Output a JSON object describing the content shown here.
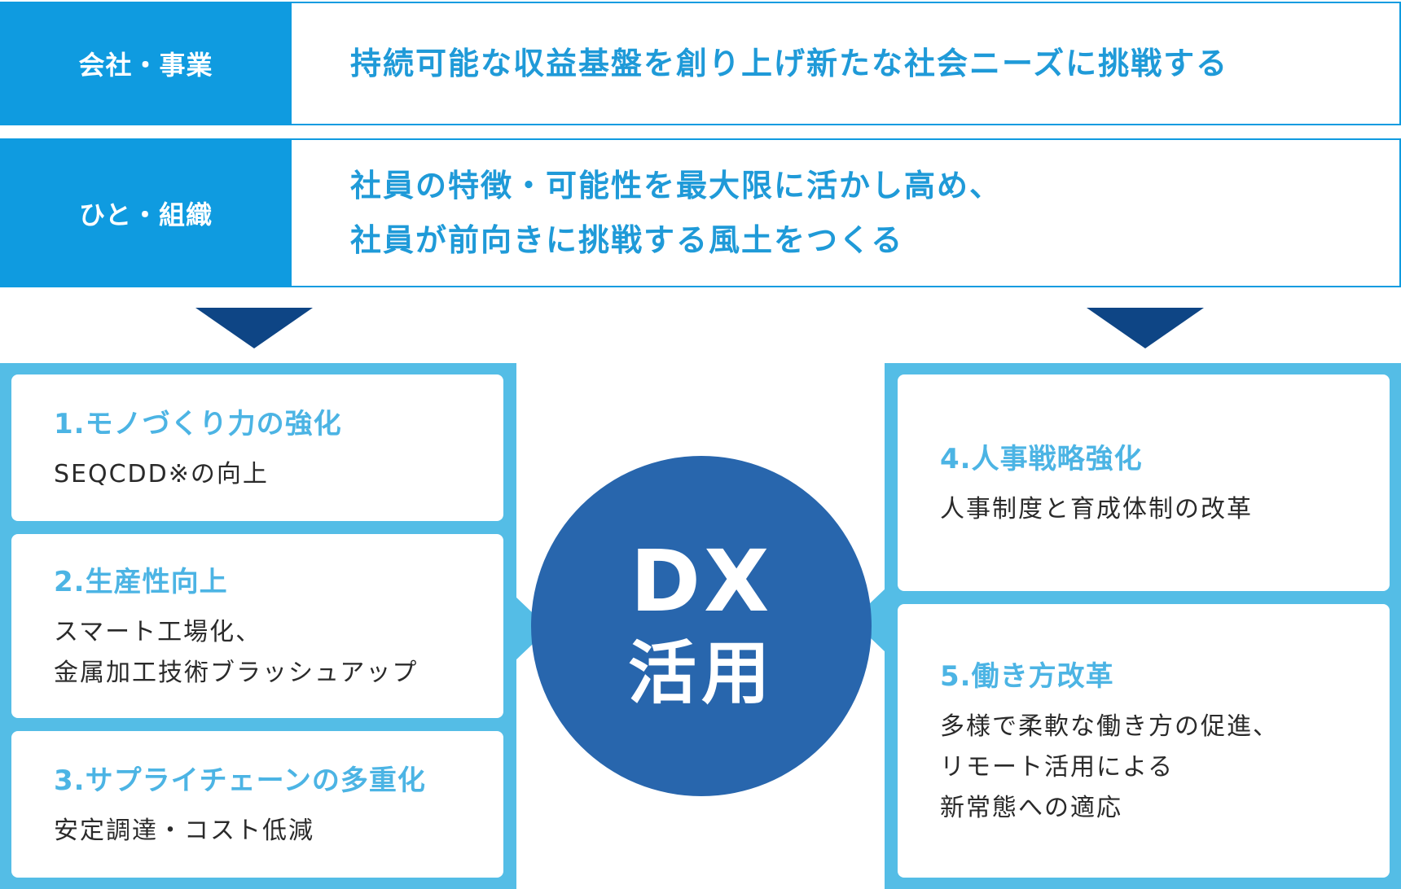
{
  "rows": [
    {
      "label": "会社・事業",
      "lines": [
        "持続可能な収益基盤を創り上げ新たな社会ニーズに挑戦する"
      ]
    },
    {
      "label": "ひと・組織",
      "lines": [
        "社員の特徴・可能性を最大限に活かし高め、",
        "社員が前向きに挑戦する風土をつくる"
      ]
    }
  ],
  "center": {
    "line1": "DX",
    "line2": "活用"
  },
  "left_cards": [
    {
      "title": "1.モノづくり力の強化",
      "lines": [
        "SEQCDD※の向上"
      ]
    },
    {
      "title": "2.生産性向上",
      "lines": [
        "スマート工場化、",
        "金属加工技術ブラッシュアップ"
      ]
    },
    {
      "title": "3.サプライチェーンの多重化",
      "lines": [
        "安定調達・コスト低減"
      ]
    }
  ],
  "right_cards": [
    {
      "title": "4.人事戦略強化",
      "lines": [
        "人事制度と育成体制の改革"
      ]
    },
    {
      "title": "5.働き方改革",
      "lines": [
        "多様で柔軟な働き方の促進、",
        "リモート活用による",
        "新常態への適応"
      ]
    }
  ],
  "colors": {
    "header_blue": "#0f9be0",
    "panel_blue": "#54bde6",
    "circle_blue": "#2866ad",
    "arrow_navy": "#0e4585"
  }
}
